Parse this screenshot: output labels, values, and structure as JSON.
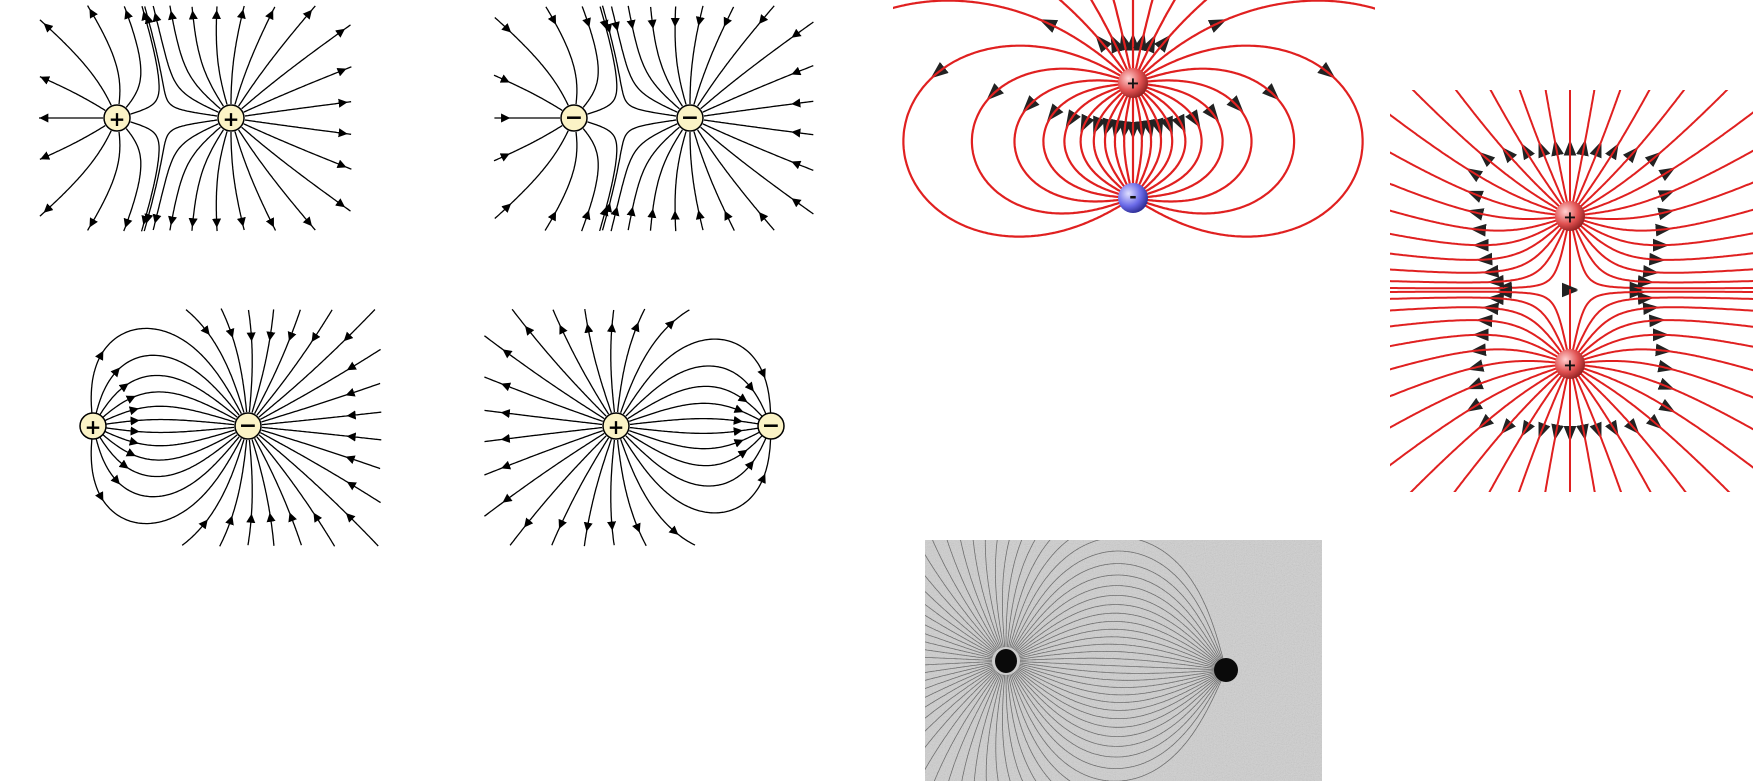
{
  "panels": [
    {
      "id": "like-positive",
      "style": "line-drawing",
      "charges": [
        {
          "sign": "+"
        },
        {
          "sign": "+"
        }
      ]
    },
    {
      "id": "like-negative",
      "style": "line-drawing",
      "charges": [
        {
          "sign": "−"
        },
        {
          "sign": "−"
        }
      ]
    },
    {
      "id": "unequal-positive-negative",
      "style": "line-drawing",
      "charges": [
        {
          "sign": "+"
        },
        {
          "sign": "−"
        }
      ]
    },
    {
      "id": "unequal-positive-negative-large",
      "style": "line-drawing",
      "charges": [
        {
          "sign": "+"
        },
        {
          "sign": "−"
        }
      ]
    },
    {
      "id": "dipole-vertical",
      "style": "simulation",
      "charges": [
        {
          "sign": "+"
        },
        {
          "sign": "-"
        }
      ]
    },
    {
      "id": "like-positive-vertical",
      "style": "simulation",
      "charges": [
        {
          "sign": "+"
        },
        {
          "sign": "+"
        }
      ]
    },
    {
      "id": "field-line-photograph",
      "style": "photograph",
      "charges": []
    }
  ],
  "colors": {
    "line_drawing": "#000000",
    "charge_fill": "#fbf3c6",
    "sim_line": "#e02020",
    "sim_positive": "#e05050",
    "sim_negative": "#6a6ae8",
    "photo_bg": "#cfcfcf"
  }
}
